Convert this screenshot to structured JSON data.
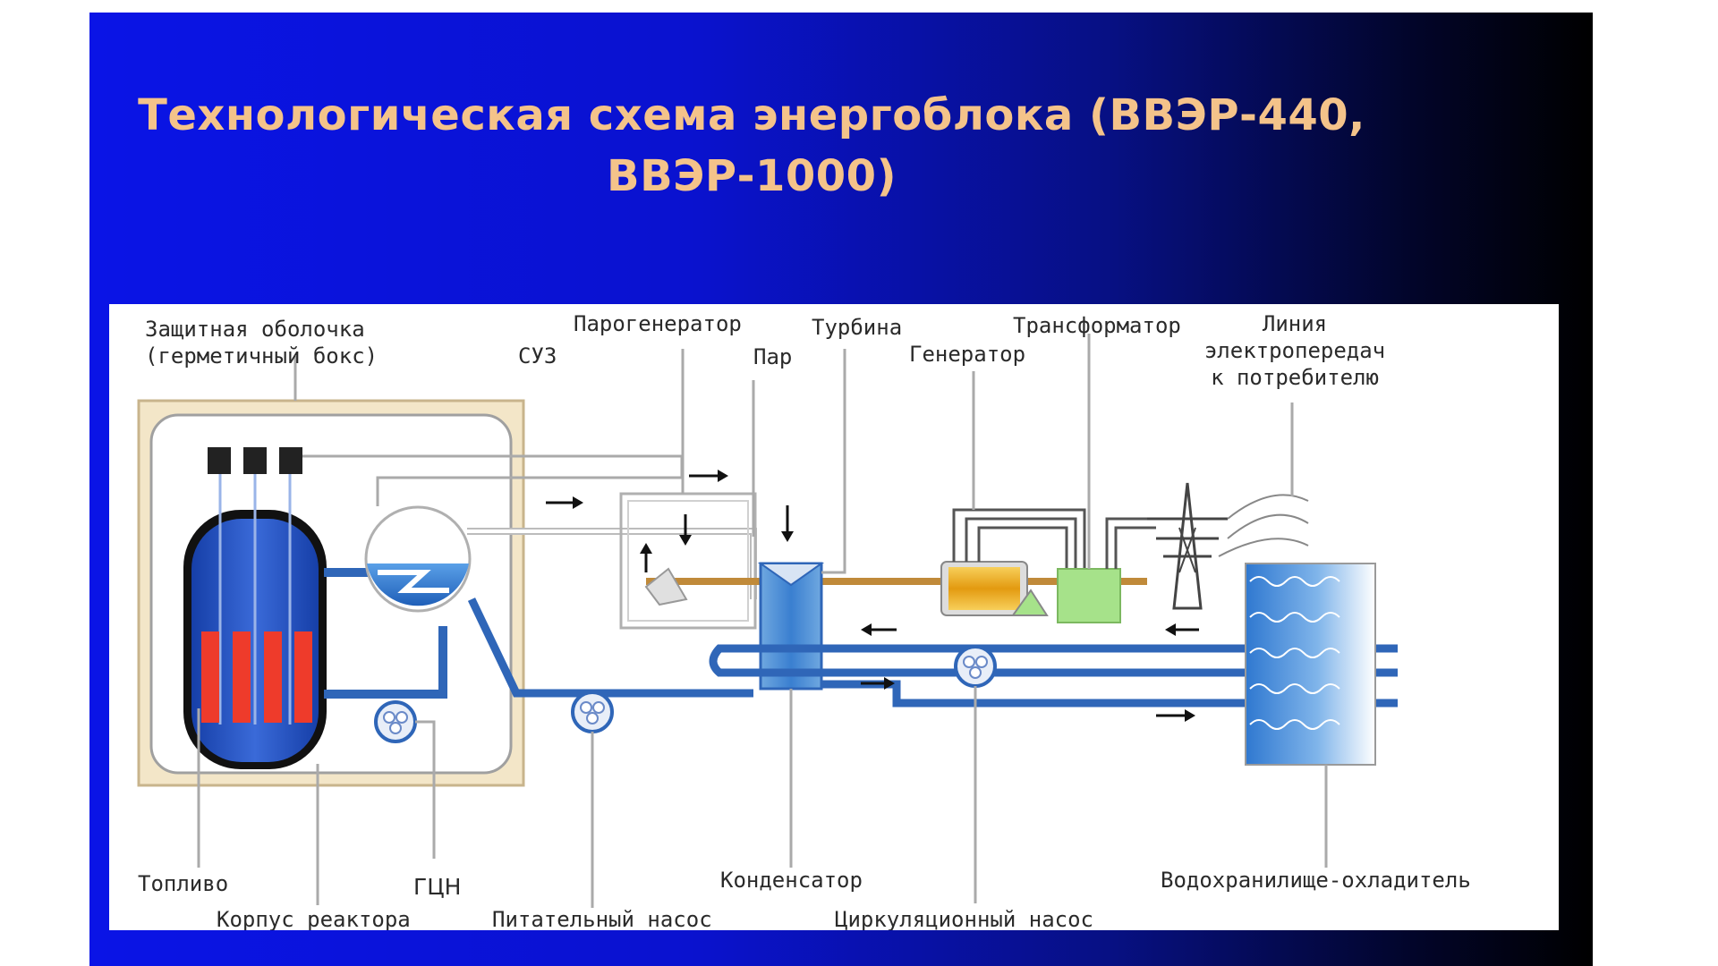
{
  "title": {
    "line1": "Технологическая схема энергоблока (ВВЭР-440,",
    "line2": "ВВЭР-1000)"
  },
  "labels": {
    "containment_1": "Защитная оболочка",
    "containment_2": "(герметичный бокс)",
    "suz": "СУЗ",
    "steam_generator": "Парогенератор",
    "turbine": "Турбина",
    "steam": "Пар",
    "generator": "Генератор",
    "transformer": "Трансформатор",
    "line_1": "Линия",
    "line_2": "электропередач",
    "line_3": "к потребителю",
    "fuel": "Топливо",
    "gcn": "ГЦН",
    "reactor_vessel": "Корпус реактора",
    "feed_pump": "Питательный насос",
    "condenser": "Конденсатор",
    "circulation_pump": "Циркуляционный насос",
    "cooling_reservoir": "Водохранилище-охладитель"
  },
  "colors": {
    "slide_blue": "#0a14e6",
    "title": "#f4c38a",
    "pipe": "#2f66b8",
    "fuel": "#ee3b2b",
    "reactor": "#2a52c0",
    "generator": "#f0b020",
    "transformer": "#a6e28a"
  }
}
